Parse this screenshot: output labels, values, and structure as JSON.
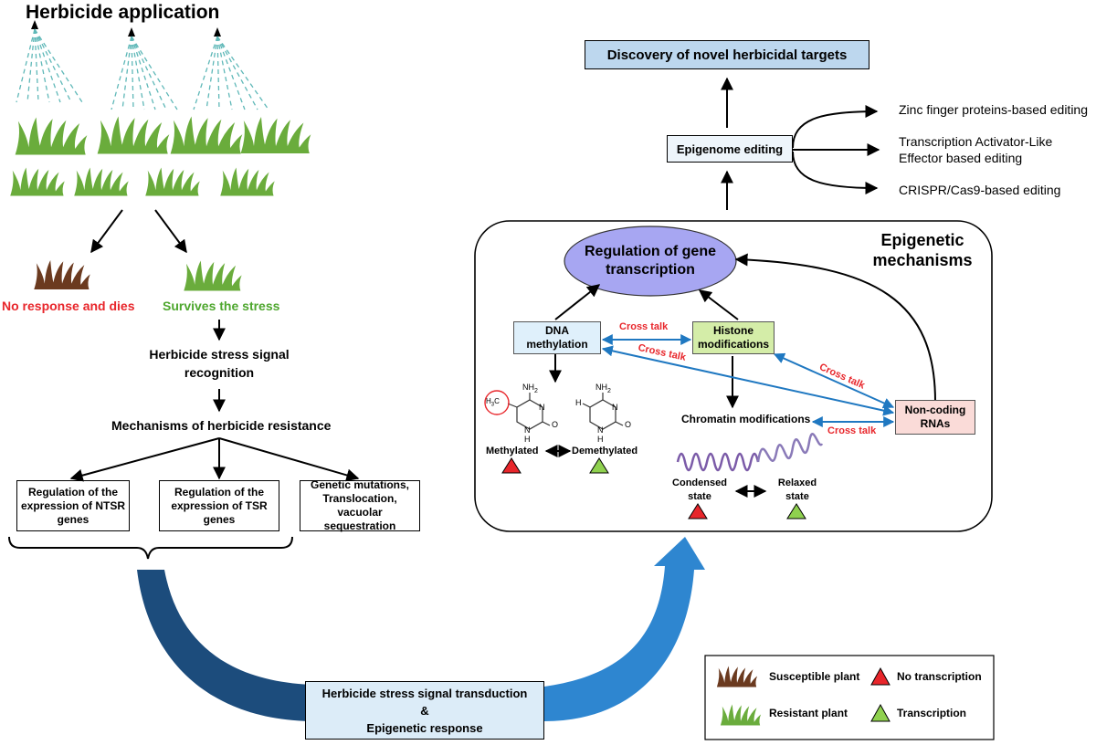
{
  "title": "Herbicide application",
  "left": {
    "dies": "No response and dies",
    "survives": "Survives the stress",
    "signal_line1": "Herbicide stress signal",
    "signal_line2": "recognition",
    "mechanisms": "Mechanisms of herbicide resistance",
    "box1": [
      "Regulation of the",
      "expression of NTSR",
      "genes"
    ],
    "box2": [
      "Regulation of the",
      "expression of TSR",
      "genes"
    ],
    "box3": [
      "Genetic mutations,",
      "Translocation, vacuolar",
      "sequestration"
    ]
  },
  "bottom_box": [
    "Herbicide stress signal transduction",
    "&",
    "Epigenetic response"
  ],
  "top_right": {
    "discovery": "Discovery of novel herbicidal targets",
    "editing": "Epigenome editing",
    "zinc": "Zinc finger proteins-based editing",
    "talen_line1": "Transcription Activator-Like",
    "talen_line2": "Effector based editing",
    "crispr": "CRISPR/Cas9-based editing"
  },
  "panel": {
    "title_line1": "Epigenetic",
    "title_line2": "mechanisms",
    "regulation_line1": "Regulation of gene",
    "regulation_line2": "transcription",
    "dna_line1": "DNA",
    "dna_line2": "methylation",
    "histone_line1": "Histone",
    "histone_line2": "modifications",
    "ncrna_line1": "Non-coding",
    "ncrna_line2": "RNAs",
    "chromatin": "Chromatin modifications",
    "cross_talk": [
      "Cross talk",
      "Cross talk",
      "Cross talk",
      "Cross talk"
    ],
    "methylated": "Methylated",
    "demethylated": "Demethylated",
    "condensed_line1": "Condensed",
    "condensed_line2": "state",
    "relaxed_line1": "Relaxed",
    "relaxed_line2": "state",
    "chem": {
      "nh2": "NH",
      "two": "2",
      "h3c": "H",
      "h3c_rest": "C",
      "nh": "N",
      "h": "H",
      "o": "O",
      "n": "N"
    }
  },
  "legend": {
    "susceptible": "Susceptible plant",
    "resistant": "Resistant plant",
    "no_transcription": "No transcription",
    "transcription": "Transcription"
  },
  "colors": {
    "dies_red": "#e8262b",
    "survives_green": "#4ea72e",
    "cross_talk_red": "#e8262b",
    "blue_arrow": "#1f78c1",
    "big_arrow_dark": "#1c4c7c",
    "big_arrow_light": "#2e86d0",
    "grass_green": "#6aac3c",
    "grass_brown": "#6b3a1f",
    "dna_box": "#dff0fb",
    "histone_box": "#d4eda8",
    "ncrna_box": "#fadbd8",
    "ellipse": "#a7a6f2",
    "discovery_box": "#bdd7ee",
    "bottom_box": "#dcecf8"
  }
}
